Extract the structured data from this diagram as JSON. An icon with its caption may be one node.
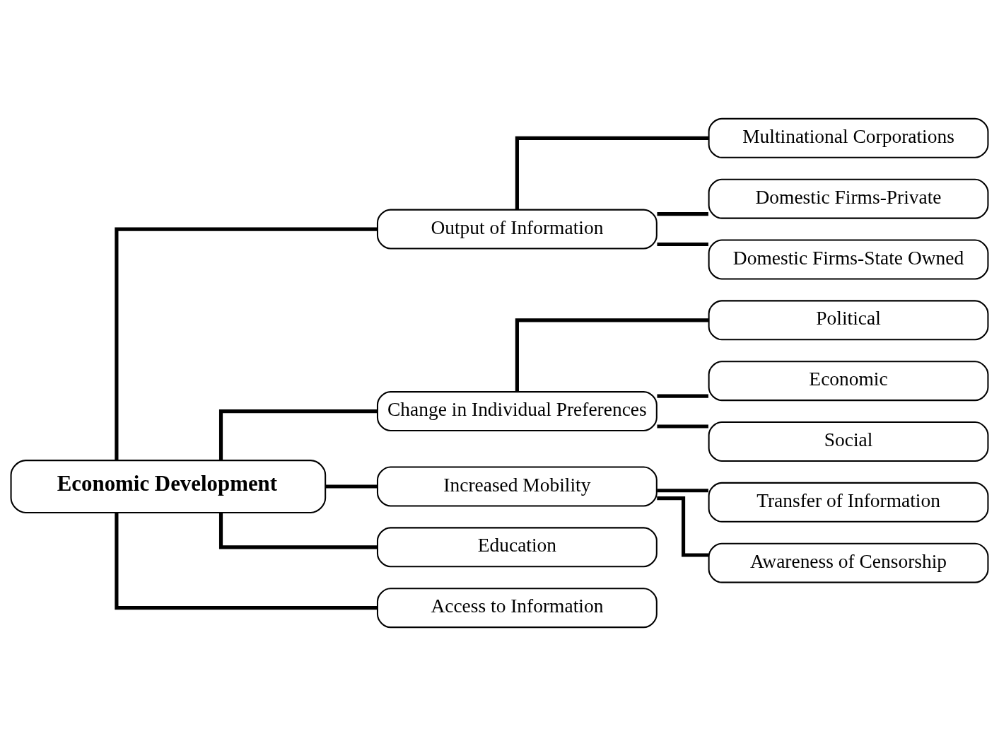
{
  "diagram": {
    "nodes": [
      {
        "text": [
          "Economic Development"
        ]
      },
      {
        "text": [
          "Output of Information"
        ]
      },
      {
        "text": [
          "Multinational Corporations"
        ]
      },
      {
        "text": [
          "Domestic Firms-Private"
        ]
      },
      {
        "text": [
          "Domestic Firms-State Owned"
        ]
      },
      {
        "text": [
          "Change in Individual Preferences"
        ]
      },
      {
        "text": [
          "Political"
        ]
      },
      {
        "text": [
          "Economic"
        ]
      },
      {
        "text": [
          "Social"
        ]
      },
      {
        "text": [
          "Increased Mobility"
        ]
      },
      {
        "text": [
          "Transfer of Information"
        ]
      },
      {
        "text": [
          "Awareness of Censorship"
        ]
      },
      {
        "text": [
          "Education"
        ]
      },
      {
        "text": [
          "Access to Information"
        ]
      }
    ],
    "edges": [
      {
        "from": 0,
        "to": 1,
        "arrow": "none"
      },
      {
        "from": 1,
        "to": 2,
        "arrow": "none"
      },
      {
        "from": 1,
        "to": 3,
        "arrow": "none"
      },
      {
        "from": 1,
        "to": 4,
        "arrow": "none"
      },
      {
        "from": 0,
        "to": 5,
        "arrow": "none"
      },
      {
        "from": 5,
        "to": 6,
        "arrow": "none"
      },
      {
        "from": 5,
        "to": 7,
        "arrow": "none"
      },
      {
        "from": 5,
        "to": 8,
        "arrow": "none"
      },
      {
        "from": 0,
        "to": 9,
        "arrow": "none"
      },
      {
        "from": 9,
        "to": 10,
        "arrow": "none"
      },
      {
        "from": 9,
        "to": 11,
        "arrow": "none"
      },
      {
        "from": 0,
        "to": 12,
        "arrow": "none"
      },
      {
        "from": 0,
        "to": 13,
        "arrow": "none"
      }
    ]
  }
}
